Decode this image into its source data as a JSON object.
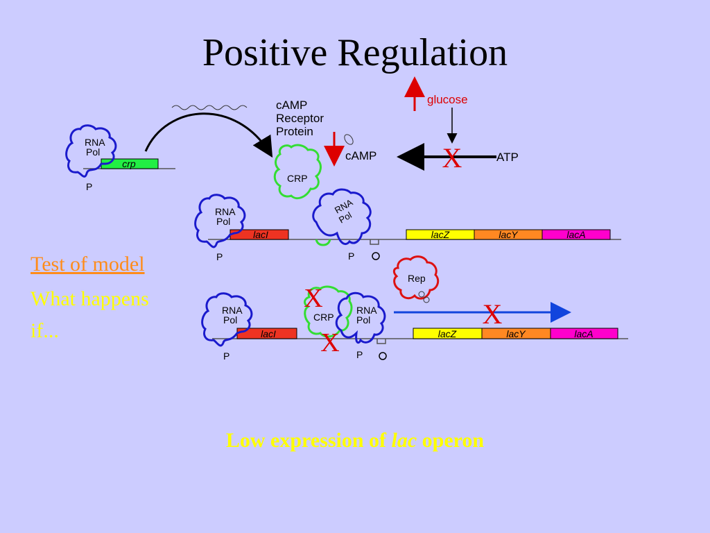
{
  "title": "Positive Regulation",
  "side": {
    "link": "Test of model",
    "line1": "What happens",
    "line2": "if..."
  },
  "caption": {
    "before": "Low expression of ",
    "italic": "lac",
    "after": " operon"
  },
  "labels": {
    "rna_pol_line1": "RNA",
    "rna_pol_line2": "Pol",
    "promoter": "P",
    "operator": "O",
    "crp_gene": "crp",
    "camp_receptor_line1": "cAMP",
    "camp_receptor_line2": "Receptor",
    "camp_receptor_line3": "Protein",
    "crp": "CRP",
    "camp": "cAMP",
    "atp": "ATP",
    "glucose": "glucose",
    "lacI": "lacI",
    "lacZ": "lacZ",
    "lacY": "lacY",
    "lacA": "lacA",
    "rep": "Rep",
    "x_mark": "X"
  },
  "colors": {
    "background": "#ccccff",
    "rna_pol": "#1a1acc",
    "crp": "#33dd33",
    "repressor": "#dd1111",
    "crp_gene": "#22ee44",
    "lacI": "#ee3322",
    "lacZ": "#ffff00",
    "lacY": "#ff8822",
    "lacA": "#ff00cc",
    "x_mark": "#dd0000",
    "arrow_blue": "#1144dd"
  }
}
